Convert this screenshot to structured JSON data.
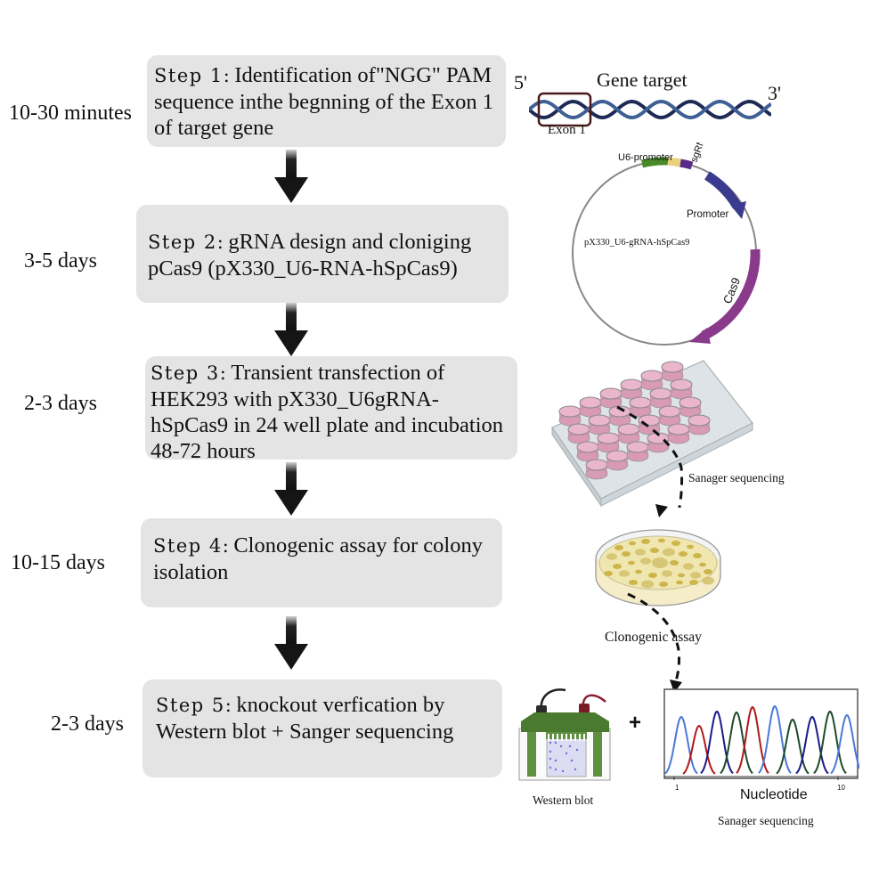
{
  "steps": [
    {
      "duration": "10-30 minutes",
      "label": "Step 1:",
      "text": "Identification of\"NGG\" PAM sequence inthe begnning of the Exon 1 of target gene"
    },
    {
      "duration": "3-5 days",
      "label": "Step 2:",
      "text": "gRNA design and cloniging pCas9 (pX330_U6-RNA-hSpCas9)"
    },
    {
      "duration": "2-3 days",
      "label": "Step 3:",
      "text": "Transient transfection of HEK293 with pX330_U6gRNA-hSpCas9 in 24 well plate and incubation 48-72 hours"
    },
    {
      "duration": "10-15 days",
      "label": "Step 4:",
      "text": "Clonogenic assay for colony isolation"
    },
    {
      "duration": "2-3 days",
      "label": "Step 5:",
      "text": "knockout verfication by Western blot + Sanger sequencing"
    }
  ],
  "gene": {
    "title": "Gene target",
    "five_prime": "5'",
    "three_prime": "3'",
    "exon_label": "Exon 1"
  },
  "plasmid": {
    "name": "pX330_U6-gRNA-hSpCas9",
    "features": {
      "u6": "U6-promoter",
      "sgrna": "sgRNA",
      "promoter": "Promoter",
      "cas9": "Cas9"
    }
  },
  "labels": {
    "plate_seq": "Sanager sequencing",
    "clonogenic": "Clonogenic assay",
    "western": "Western blot",
    "plus": "+",
    "nucleotide": "Nucleotide",
    "sanger": "Sanager sequencing",
    "tick_start": "1",
    "tick_end": "10"
  },
  "colors": {
    "box_bg": "#e4e4e4",
    "dna_dark": "#1e2a55",
    "dna_light": "#34548a",
    "exon_box": "#4a1a1a",
    "u6_green": "#4a8a2a",
    "sgrna_yellow": "#e8d27a",
    "sgrna_purple": "#5a2a8a",
    "promoter_blue": "#3a3a8e",
    "cas9_purple": "#8a3a8a",
    "well_pink": "#e8b0c8",
    "agar_yellow": "#f0e6b0",
    "colony": "#c8b040",
    "gel_green": "#4a7a30",
    "trace_lightblue": "#4a78d8",
    "trace_red": "#b01818",
    "trace_navy": "#1a1a8a",
    "trace_green": "#1e4a2a"
  }
}
